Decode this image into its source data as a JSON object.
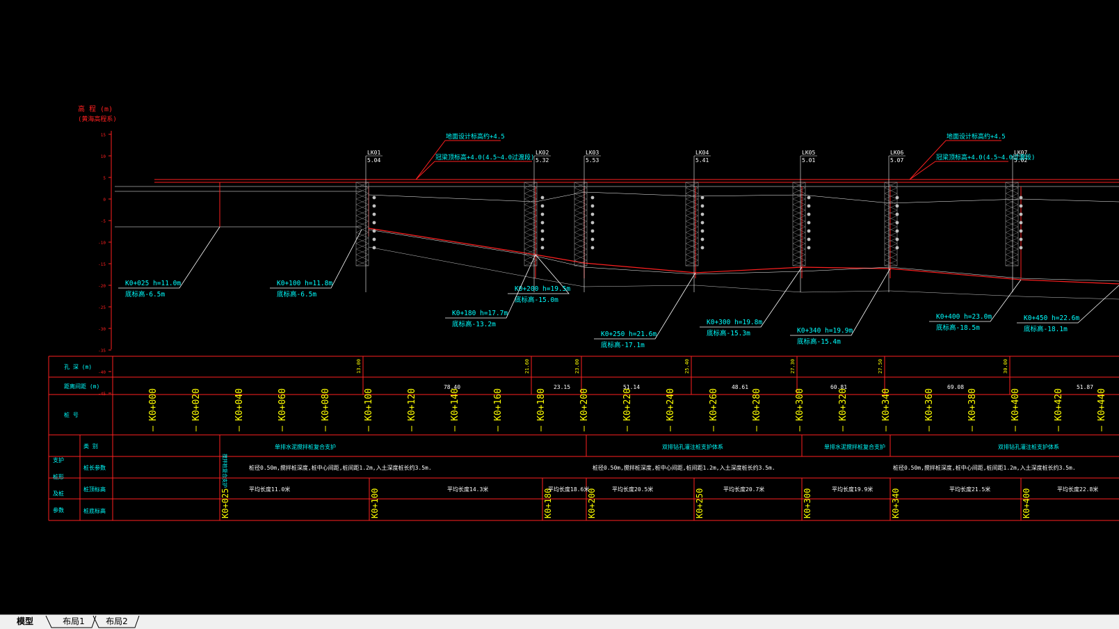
{
  "axis": {
    "title": "高 程 (m)",
    "subtitle": "(黄海高程系)",
    "ticks": [
      "15",
      "10",
      "5",
      "0",
      "-5",
      "-10",
      "-15",
      "-20",
      "-25",
      "-30",
      "-35",
      "-40",
      "-45"
    ]
  },
  "boreholes": [
    {
      "id": "LK01",
      "elev": "5.04"
    },
    {
      "id": "LK02",
      "elev": "5.32"
    },
    {
      "id": "LK03",
      "elev": "5.53"
    },
    {
      "id": "LK04",
      "elev": "5.41"
    },
    {
      "id": "LK05",
      "elev": "5.01"
    },
    {
      "id": "LK06",
      "elev": "5.07"
    },
    {
      "id": "LK07",
      "elev": "5.02"
    }
  ],
  "callouts": [
    {
      "line1": "K0+025  h=11.0m",
      "line2": "底标高-6.5m"
    },
    {
      "line1": "K0+100  h=11.8m",
      "line2": "底标高-6.5m"
    },
    {
      "line1": "K0+200  h=19.5m",
      "line2": "底标高-15.0m"
    },
    {
      "line1": "K0+180  h=17.7m",
      "line2": "底标高-13.2m"
    },
    {
      "line1": "K0+250  h=21.6m",
      "line2": "底标高-17.1m"
    },
    {
      "line1": "K0+300  h=19.8m",
      "line2": "底标高-15.3m"
    },
    {
      "line1": "K0+340  h=19.9m",
      "line2": "底标高-15.4m"
    },
    {
      "line1": "K0+400  h=23.0m",
      "line2": "底标高-18.5m"
    },
    {
      "line1": "K0+450  h=22.6m",
      "line2": "底标高-18.1m"
    }
  ],
  "notes": [
    {
      "text": "地面设计标高约+4.5"
    },
    {
      "text": "冠梁顶标高+4.0(4.5~4.0过渡段)"
    },
    {
      "text": "地面设计标高约+4.5"
    },
    {
      "text": "冠梁顶标高+4.0(4.5~4.0过渡段)"
    }
  ],
  "table": {
    "row_labels": {
      "r1": "孔  深  (m)",
      "r2": "距离间距     (m)",
      "r3": "桩  号",
      "left1": "支护",
      "left2": "桩形",
      "left3": "及桩",
      "left4": "参数",
      "s1": "类  别",
      "s2": "桩长参数",
      "s3": "桩顶标高",
      "s4": "桩底标高"
    },
    "depths": [
      "13.00",
      "21.60",
      "23.00",
      "25.40",
      "27.30",
      "27.50",
      "30.00"
    ],
    "spacings": [
      "78.40",
      "23.15",
      "51.14",
      "48.61",
      "60.81",
      "69.08",
      "51.87"
    ],
    "stations": [
      "K0+000",
      "K0+020",
      "K0+040",
      "K0+060",
      "K0+080",
      "K0+100",
      "K0+120",
      "K0+140",
      "K0+160",
      "K0+180",
      "K0+200",
      "K0+220",
      "K0+240",
      "K0+260",
      "K0+280",
      "K0+300",
      "K0+320",
      "K0+340",
      "K0+360",
      "K0+380",
      "K0+400",
      "K0+420",
      "K0+440"
    ],
    "categories": [
      "单排水泥搅拌桩复合支护",
      "双排钻孔灌注桩支护体系",
      "单排水泥搅拌桩复合支护",
      "双排钻孔灌注桩支护体系"
    ],
    "pile_params": [
      "桩径0.50m,搅拌桩深度,桩中心间距,桩间距1.2m,入土深度桩长约3.5m.",
      "桩径0.50m,搅拌桩深度,桩中心间距,桩间距1.2m,入土深度桩长约3.5m.",
      "桩径0.50m,搅拌桩深度,桩中心间距,桩间距1.2m,入土深度桩长约3.5m."
    ],
    "avg_lengths": [
      "平均长度11.0米",
      "平均长度14.3米",
      "平均长度18.6米",
      "平均长度20.5米",
      "平均长度20.7米",
      "平均长度19.9米",
      "平均长度21.5米",
      "平均长度22.8米"
    ],
    "bottom_stations": [
      "K0+025",
      "K0+100",
      "K0+180",
      "K0+200",
      "K0+250",
      "K0+300",
      "K0+340",
      "K0+400"
    ],
    "vertical_label": "搅拌桩复合支护"
  },
  "tabs": [
    "模型",
    "布局1",
    "布局2"
  ],
  "colors": {
    "bg": "#000000",
    "red": "#ff2020",
    "cyan": "#00ffff",
    "yellow": "#ffff00",
    "white": "#ffffff",
    "gray": "#a0a0a0"
  }
}
